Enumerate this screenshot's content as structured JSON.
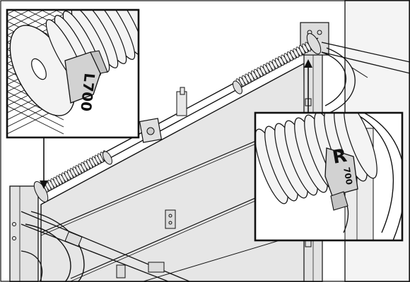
{
  "labels": {
    "left_marking": "L700",
    "right_marking_letter": "R",
    "right_marking_number": "700"
  },
  "colors": {
    "line": "#111111",
    "panel": "#e6e6e6",
    "panel_dark": "#d6d6d6",
    "wall": "#efefef",
    "inset_bg": "#ffffff",
    "inset_bg_soft": "#f2f2f2",
    "tag": "#cfcfcf"
  },
  "icons": [
    "left-spring-inset",
    "right-spring-inset",
    "pointer-arrow"
  ]
}
